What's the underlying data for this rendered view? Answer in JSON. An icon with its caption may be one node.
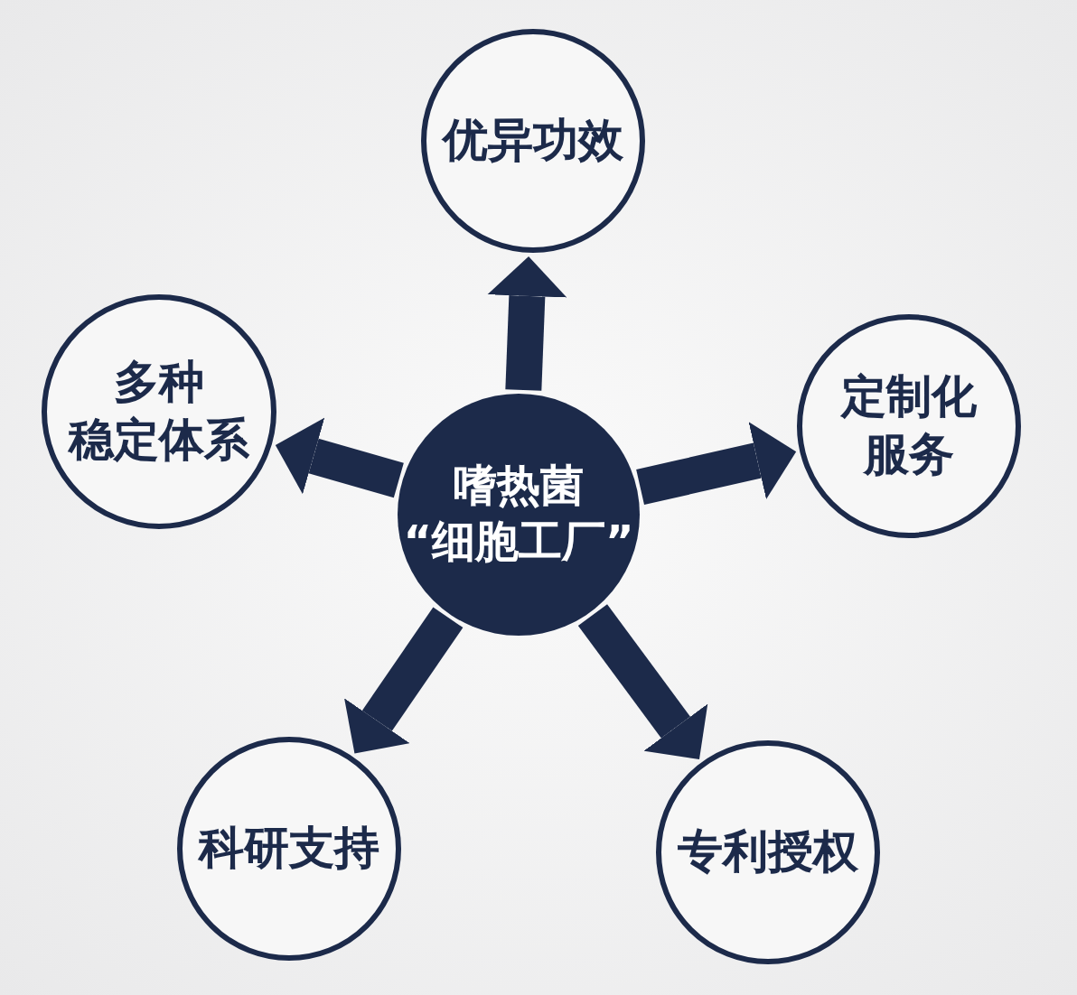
{
  "diagram": {
    "nodes": [
      {
        "text": [
          "嗜热菌“细胞工厂”"
        ]
      },
      {
        "text": [
          "优异功效"
        ]
      },
      {
        "text": [
          "定制化服务"
        ]
      },
      {
        "text": [
          "专利授权"
        ]
      },
      {
        "text": [
          "科研支持"
        ]
      },
      {
        "text": [
          "多种稳定体系"
        ]
      }
    ],
    "edges": [
      {
        "from": 0,
        "to": 1,
        "arrow": "to"
      },
      {
        "from": 0,
        "to": 2,
        "arrow": "to"
      },
      {
        "from": 0,
        "to": 3,
        "arrow": "to"
      },
      {
        "from": 0,
        "to": 4,
        "arrow": "to"
      },
      {
        "from": 0,
        "to": 5,
        "arrow": "to"
      }
    ]
  }
}
